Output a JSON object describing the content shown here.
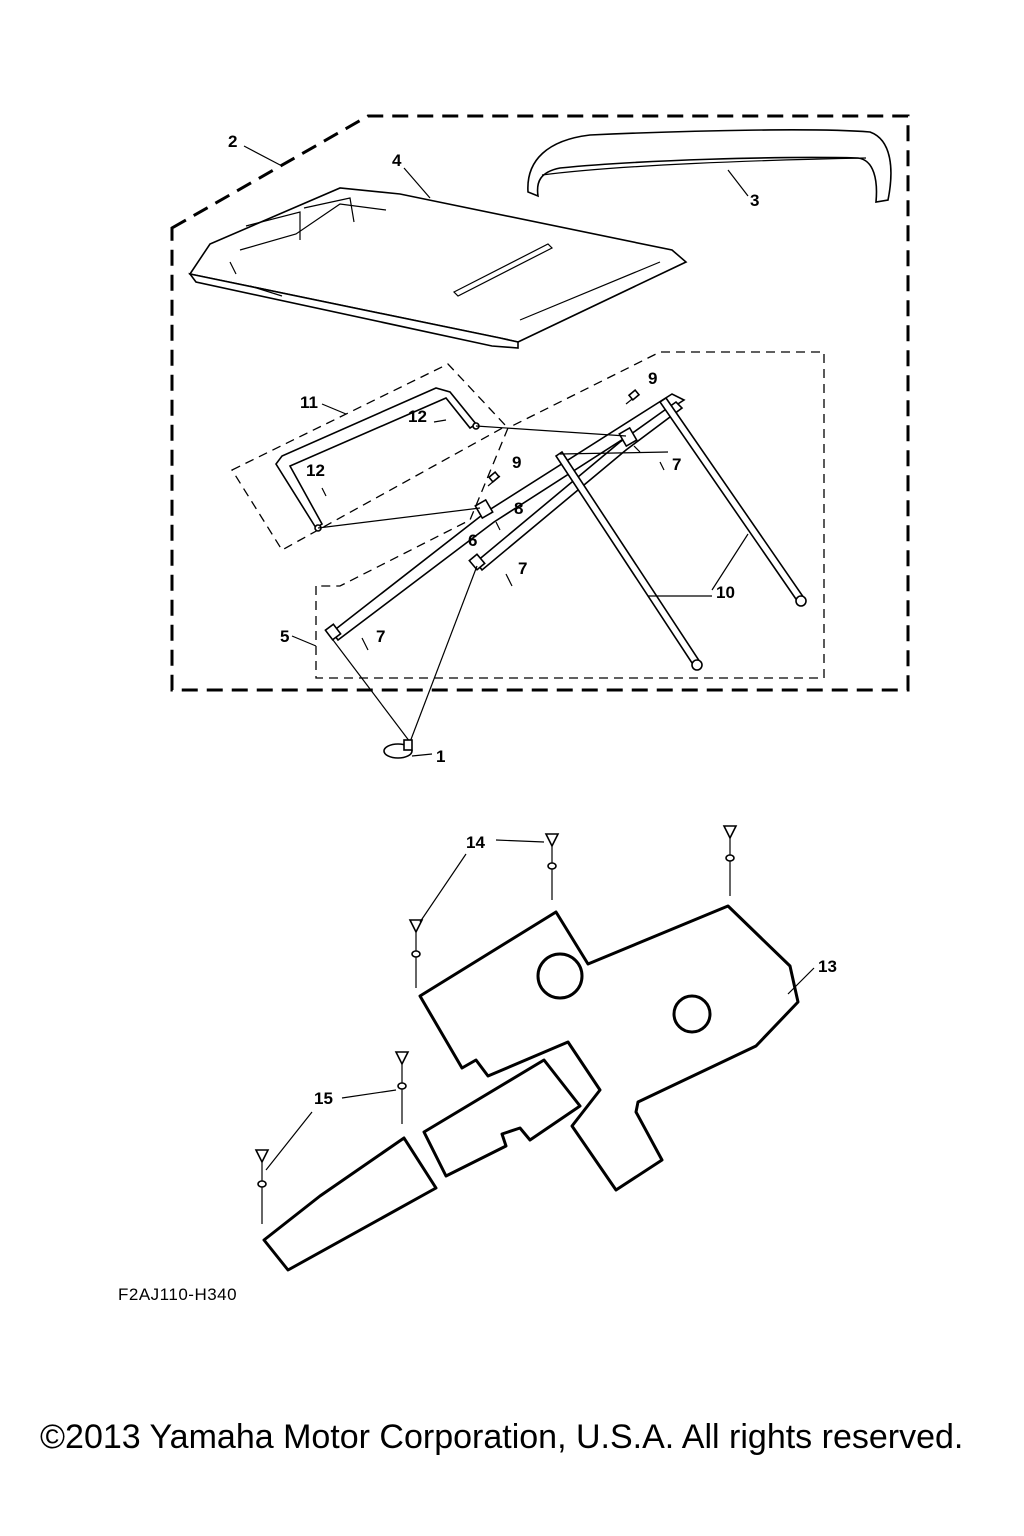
{
  "diagram": {
    "callouts": {
      "c1": "1",
      "c2": "2",
      "c3": "3",
      "c4": "4",
      "c5": "5",
      "c6": "6",
      "c7a": "7",
      "c7b": "7",
      "c7c": "7",
      "c8": "8",
      "c9a": "9",
      "c9b": "9",
      "c10": "10",
      "c11": "11",
      "c12a": "12",
      "c12b": "12",
      "c13": "13",
      "c14": "14",
      "c15": "15"
    },
    "figure_code": "F2AJ110-H340"
  },
  "footer": {
    "copyright": "©2013 Yamaha Motor Corporation, U.S.A. All rights reserved."
  }
}
